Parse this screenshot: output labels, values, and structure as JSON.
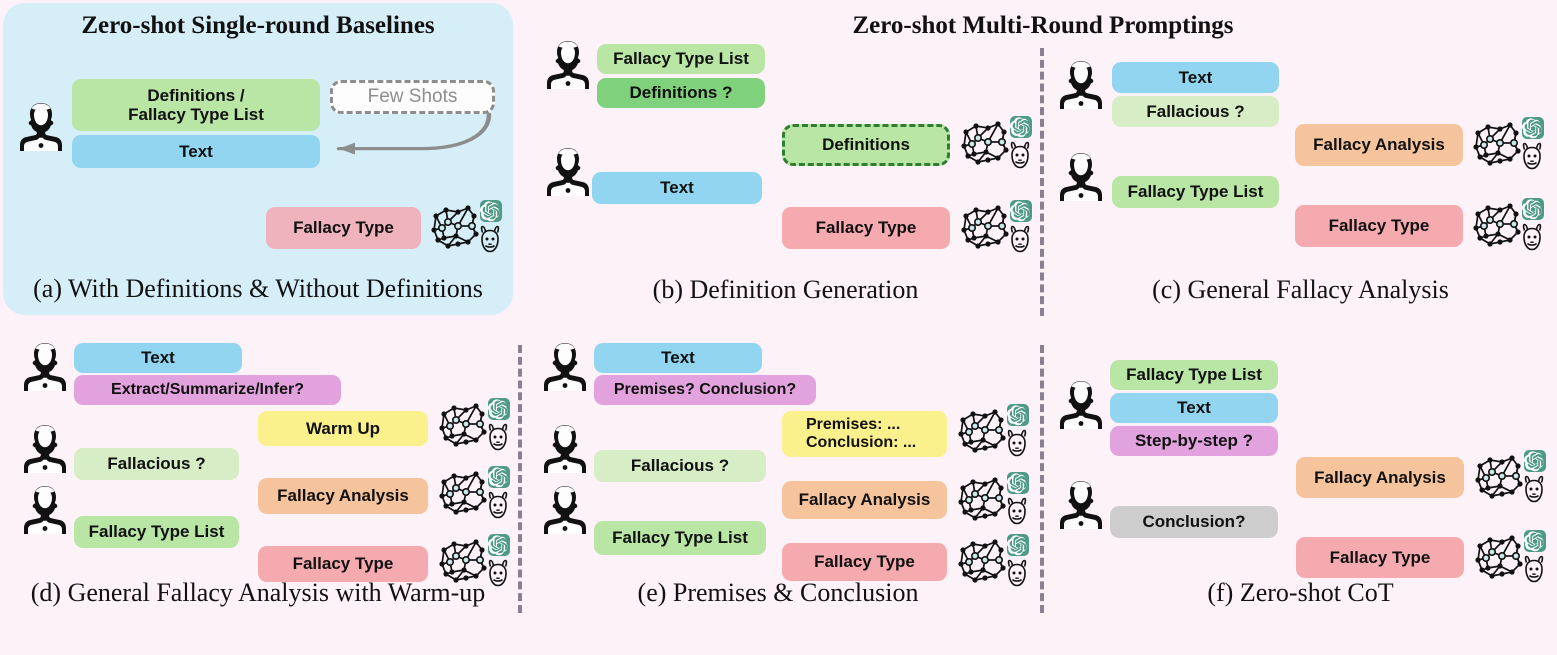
{
  "sections": [
    {
      "id": "single-round",
      "title": "Zero-shot Single-round Baselines"
    },
    {
      "id": "multi-round",
      "title": "Zero-shot Multi-Round Promptings"
    }
  ],
  "panels": [
    {
      "id": "a",
      "caption": "(a) With Definitions & Without Definitions",
      "bubbles": [
        {
          "label": "Definitions /\nFallacy Type List",
          "color": "green-light",
          "role": "user-prompt"
        },
        {
          "label": "Text",
          "color": "blue",
          "role": "user-prompt"
        },
        {
          "label": "Few Shots",
          "color": "white-dashed",
          "role": "annotation"
        },
        {
          "label": "Fallacy Type",
          "color": "pink-soft",
          "role": "model-output"
        }
      ]
    },
    {
      "id": "b",
      "caption": "(b) Definition Generation",
      "bubbles": [
        {
          "label": "Fallacy Type List",
          "color": "green-light",
          "role": "user-prompt"
        },
        {
          "label": "Definitions ?",
          "color": "green-mid",
          "role": "user-prompt"
        },
        {
          "label": "Text",
          "color": "blue",
          "role": "user-prompt"
        },
        {
          "label": "Definitions",
          "color": "green-dashed",
          "role": "model-output"
        },
        {
          "label": "Fallacy Type",
          "color": "pink",
          "role": "model-output"
        }
      ]
    },
    {
      "id": "c",
      "caption": "(c) General Fallacy Analysis",
      "bubbles": [
        {
          "label": "Text",
          "color": "blue",
          "role": "user-prompt"
        },
        {
          "label": "Fallacious ?",
          "color": "green-pale",
          "role": "user-prompt"
        },
        {
          "label": "Fallacy Type List",
          "color": "green-light",
          "role": "user-prompt"
        },
        {
          "label": "Fallacy Analysis",
          "color": "orange",
          "role": "model-output"
        },
        {
          "label": "Fallacy Type",
          "color": "pink",
          "role": "model-output"
        }
      ]
    },
    {
      "id": "d",
      "caption": "(d) General Fallacy Analysis with Warm-up",
      "bubbles": [
        {
          "label": "Text",
          "color": "blue",
          "role": "user-prompt"
        },
        {
          "label": "Extract/Summarize/Infer?",
          "color": "magenta",
          "role": "user-prompt"
        },
        {
          "label": "Fallacious ?",
          "color": "green-pale",
          "role": "user-prompt"
        },
        {
          "label": "Fallacy Type List",
          "color": "green-light",
          "role": "user-prompt"
        },
        {
          "label": "Warm Up",
          "color": "yellow",
          "role": "model-output"
        },
        {
          "label": "Fallacy Analysis",
          "color": "orange",
          "role": "model-output"
        },
        {
          "label": "Fallacy Type",
          "color": "pink",
          "role": "model-output"
        }
      ]
    },
    {
      "id": "e",
      "caption": "(e) Premises & Conclusion",
      "bubbles": [
        {
          "label": "Text",
          "color": "blue",
          "role": "user-prompt"
        },
        {
          "label": "Premises? Conclusion?",
          "color": "magenta",
          "role": "user-prompt"
        },
        {
          "label": "Fallacious ?",
          "color": "green-pale",
          "role": "user-prompt"
        },
        {
          "label": "Fallacy Type List",
          "color": "green-light",
          "role": "user-prompt"
        },
        {
          "label": "Premises: ...\nConclusion: ...",
          "color": "yellow",
          "role": "model-output"
        },
        {
          "label": "Fallacy Analysis",
          "color": "orange",
          "role": "model-output"
        },
        {
          "label": "Fallacy Type",
          "color": "pink",
          "role": "model-output"
        }
      ]
    },
    {
      "id": "f",
      "caption": "(f) Zero-shot CoT",
      "bubbles": [
        {
          "label": "Fallacy Type List",
          "color": "green-light",
          "role": "user-prompt"
        },
        {
          "label": "Text",
          "color": "blue",
          "role": "user-prompt"
        },
        {
          "label": "Step-by-step ?",
          "color": "magenta",
          "role": "user-prompt"
        },
        {
          "label": "Conclusion?",
          "color": "gray",
          "role": "user-prompt"
        },
        {
          "label": "Fallacy Analysis",
          "color": "orange",
          "role": "model-output"
        },
        {
          "label": "Fallacy Type",
          "color": "pink",
          "role": "model-output"
        }
      ]
    }
  ],
  "labels": {
    "a_b1_line1": "Definitions /",
    "a_b1_line2": "Fallacy Type List",
    "a_text": "Text",
    "a_fewshots": "Few Shots",
    "a_fallacy_type": "Fallacy Type",
    "a_caption": "(a) With Definitions & Without Definitions",
    "title_left": "Zero-shot Single-round Baselines",
    "title_right": "Zero-shot Multi-Round Promptings",
    "b_ftl": "Fallacy Type List",
    "b_def_q": "Definitions ?",
    "b_text": "Text",
    "b_definitions": "Definitions",
    "b_fallacy_type": "Fallacy Type",
    "b_caption": "(b) Definition Generation",
    "c_text": "Text",
    "c_fallacious": "Fallacious ?",
    "c_ftl": "Fallacy Type List",
    "c_analysis": "Fallacy Analysis",
    "c_fallacy_type": "Fallacy Type",
    "c_caption": "(c) General Fallacy Analysis",
    "d_text": "Text",
    "d_extract": "Extract/Summarize/Infer?",
    "d_fallacious": "Fallacious ?",
    "d_ftl": "Fallacy Type List",
    "d_warmup": "Warm Up",
    "d_analysis": "Fallacy Analysis",
    "d_fallacy_type": "Fallacy Type",
    "d_caption": "(d) General Fallacy Analysis with Warm-up",
    "e_text": "Text",
    "e_premises_q": "Premises? Conclusion?",
    "e_fallacious": "Fallacious ?",
    "e_ftl": "Fallacy Type List",
    "e_premises_line1": "Premises: ...",
    "e_premises_line2": "Conclusion: ...",
    "e_analysis": "Fallacy Analysis",
    "e_fallacy_type": "Fallacy Type",
    "e_caption": "(e) Premises & Conclusion",
    "f_ftl": "Fallacy Type List",
    "f_text": "Text",
    "f_step": "Step-by-step ?",
    "f_conclusion": "Conclusion?",
    "f_analysis": "Fallacy Analysis",
    "f_fallacy_type": "Fallacy Type",
    "f_caption": "(f) Zero-shot CoT"
  },
  "colors": {
    "panel_a_background": "#d6eef8",
    "page_background": "#fdf2f8",
    "green_light": "#b9e5a5",
    "green_mid": "#7fd17c",
    "green_pale": "#d7edc5",
    "blue": "#92d5f0",
    "pink": "#f5aab0",
    "pink_soft": "#eeb3bc",
    "orange": "#f6c49c",
    "yellow": "#fbf18c",
    "magenta": "#e2a2de",
    "gray": "#cdcdcd",
    "divider": "#8a8090",
    "openai_badge": "#4e9a86",
    "fewshots_border": "#8d8d8d",
    "definitions_dashed_border": "#2f7d32"
  }
}
